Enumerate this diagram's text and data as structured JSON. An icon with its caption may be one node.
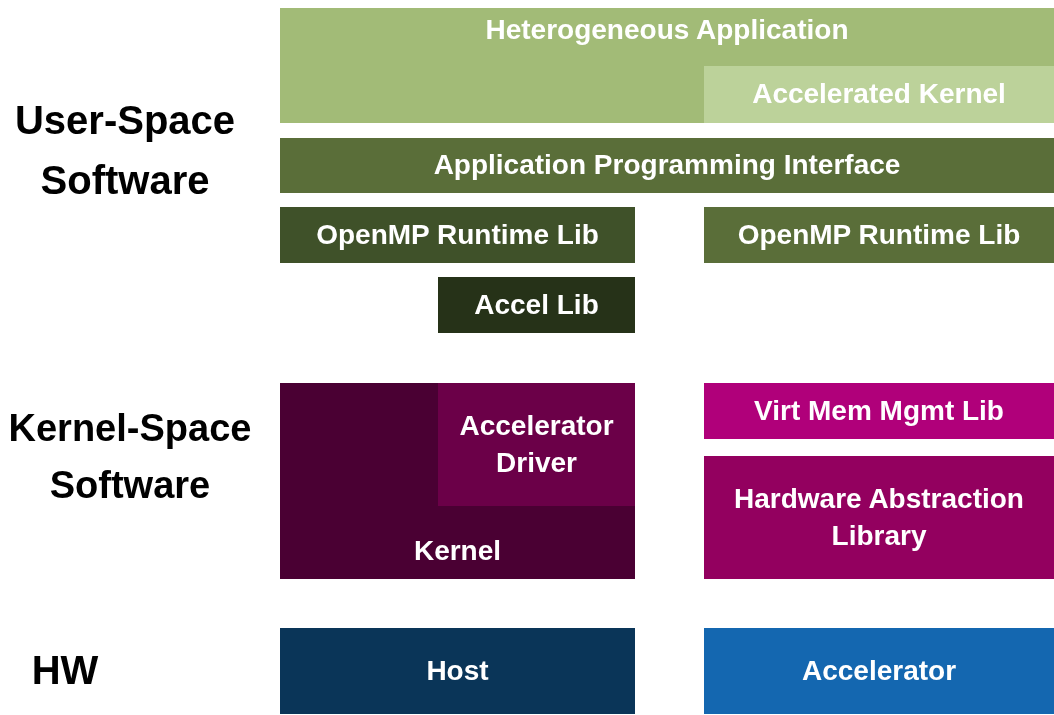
{
  "diagram": {
    "nodes": [
      {
        "text": [
          "Heterogeneous Application"
        ]
      },
      {
        "text": [
          "Accelerated Kernel"
        ],
        "in": 0
      },
      {
        "text": [
          "Application Programming Interface"
        ]
      },
      {
        "text": [
          "OpenMP Runtime Lib"
        ]
      },
      {
        "text": [
          "OpenMP Runtime Lib"
        ]
      },
      {
        "text": [
          "Accel Lib"
        ]
      },
      {
        "text": [
          "Kernel"
        ]
      },
      {
        "text": [
          "Accelerator Driver"
        ],
        "in": 6
      },
      {
        "text": [
          "Virt Mem Mgmt Lib"
        ]
      },
      {
        "text": [
          "Hardware Abstraction Library"
        ]
      },
      {
        "text": [
          "Host"
        ]
      },
      {
        "text": [
          "Accelerator"
        ]
      }
    ],
    "labels": [
      "User-Space Software",
      "Kernel-Space Software",
      "HW"
    ]
  }
}
